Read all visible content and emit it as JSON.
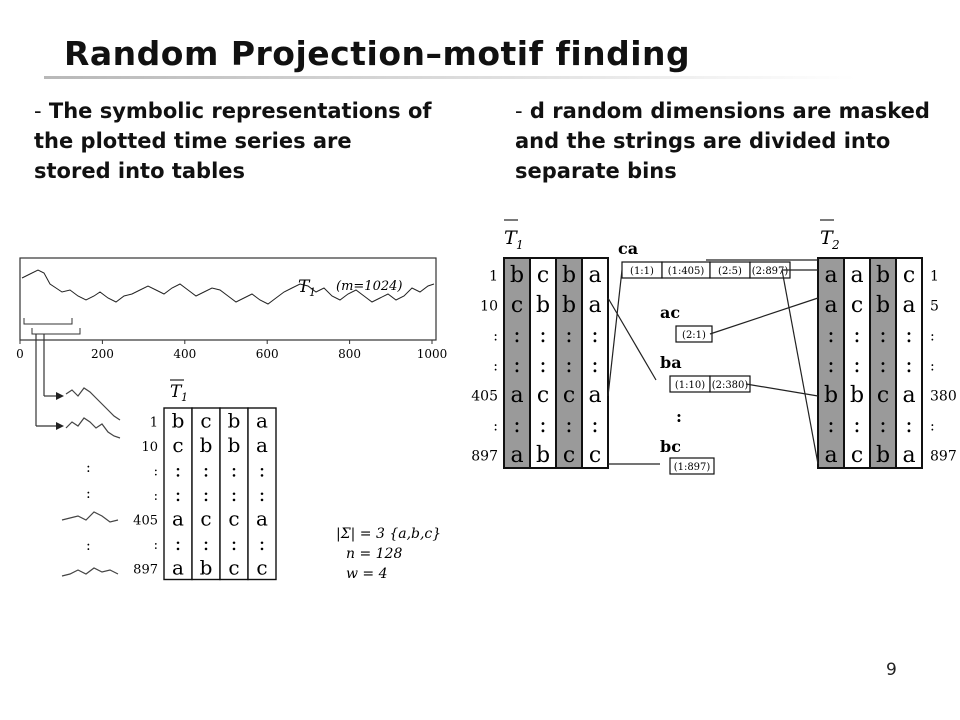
{
  "slide": {
    "title": "Random Projection–motif finding",
    "bullet_left": {
      "dash": "-",
      "text": "The symbolic representations of the plotted time series are stored into tables"
    },
    "bullet_right": {
      "dash": "-",
      "text": "d random dimensions are masked and the strings are divided into separate bins"
    },
    "page_number": "9"
  },
  "left_figure": {
    "series_label": "T",
    "series_sub": "1",
    "m_label": "(m=1024)",
    "x_ticks": [
      "0",
      "200",
      "400",
      "600",
      "800",
      "1000"
    ],
    "table_label": "T",
    "table_sub": "1",
    "row_labels": [
      "1",
      "10",
      ":",
      ":",
      "405",
      ":",
      "897"
    ],
    "table_columns": [
      [
        "b",
        "c",
        ":",
        ":",
        "a",
        ":",
        "a"
      ],
      [
        "c",
        "b",
        ":",
        ":",
        "c",
        ":",
        "b"
      ],
      [
        "b",
        "b",
        ":",
        ":",
        "c",
        ":",
        "c"
      ],
      [
        "a",
        "a",
        ":",
        ":",
        "a",
        ":",
        "c"
      ]
    ],
    "dots": [
      ":",
      ":",
      ":"
    ],
    "params": [
      "|Σ| = 3 {a,b,c}",
      "n = 128",
      "w = 4"
    ]
  },
  "right_figure": {
    "t1_label": "T",
    "t1_sub": "1",
    "t2_label": "T",
    "t2_sub": "2",
    "t1_row_labels": [
      "1",
      "10",
      ":",
      ":",
      "405",
      ":",
      "897"
    ],
    "t2_row_labels": [
      "1",
      "5",
      ":",
      ":",
      "380",
      ":",
      "897"
    ],
    "t1_columns": [
      [
        "b",
        "c",
        ":",
        ":",
        "a",
        ":",
        "a"
      ],
      [
        "c",
        "b",
        ":",
        ":",
        "c",
        ":",
        "b"
      ],
      [
        "b",
        "b",
        ":",
        ":",
        "c",
        ":",
        "c"
      ],
      [
        "a",
        "a",
        ":",
        ":",
        "a",
        ":",
        "c"
      ]
    ],
    "t2_columns": [
      [
        "a",
        "a",
        ":",
        ":",
        "b",
        ":",
        "a"
      ],
      [
        "a",
        "c",
        ":",
        ":",
        "b",
        ":",
        "c"
      ],
      [
        "b",
        "b",
        ":",
        ":",
        "c",
        ":",
        "b"
      ],
      [
        "c",
        "a",
        ":",
        ":",
        "a",
        ":",
        "a"
      ]
    ],
    "shaded_columns": [
      0,
      2
    ],
    "bins": [
      {
        "key": "ca",
        "cells": [
          "(1:1)",
          "(1:405)",
          "(2:5)",
          "(2:897)"
        ]
      },
      {
        "key": "ac",
        "cells": [
          "(2:1)"
        ]
      },
      {
        "key": "ba",
        "cells": [
          "(1:10)",
          "(2:380)"
        ]
      },
      {
        "key": ":",
        "cells": []
      },
      {
        "key": "bc",
        "cells": [
          "(1:897)"
        ]
      }
    ]
  }
}
